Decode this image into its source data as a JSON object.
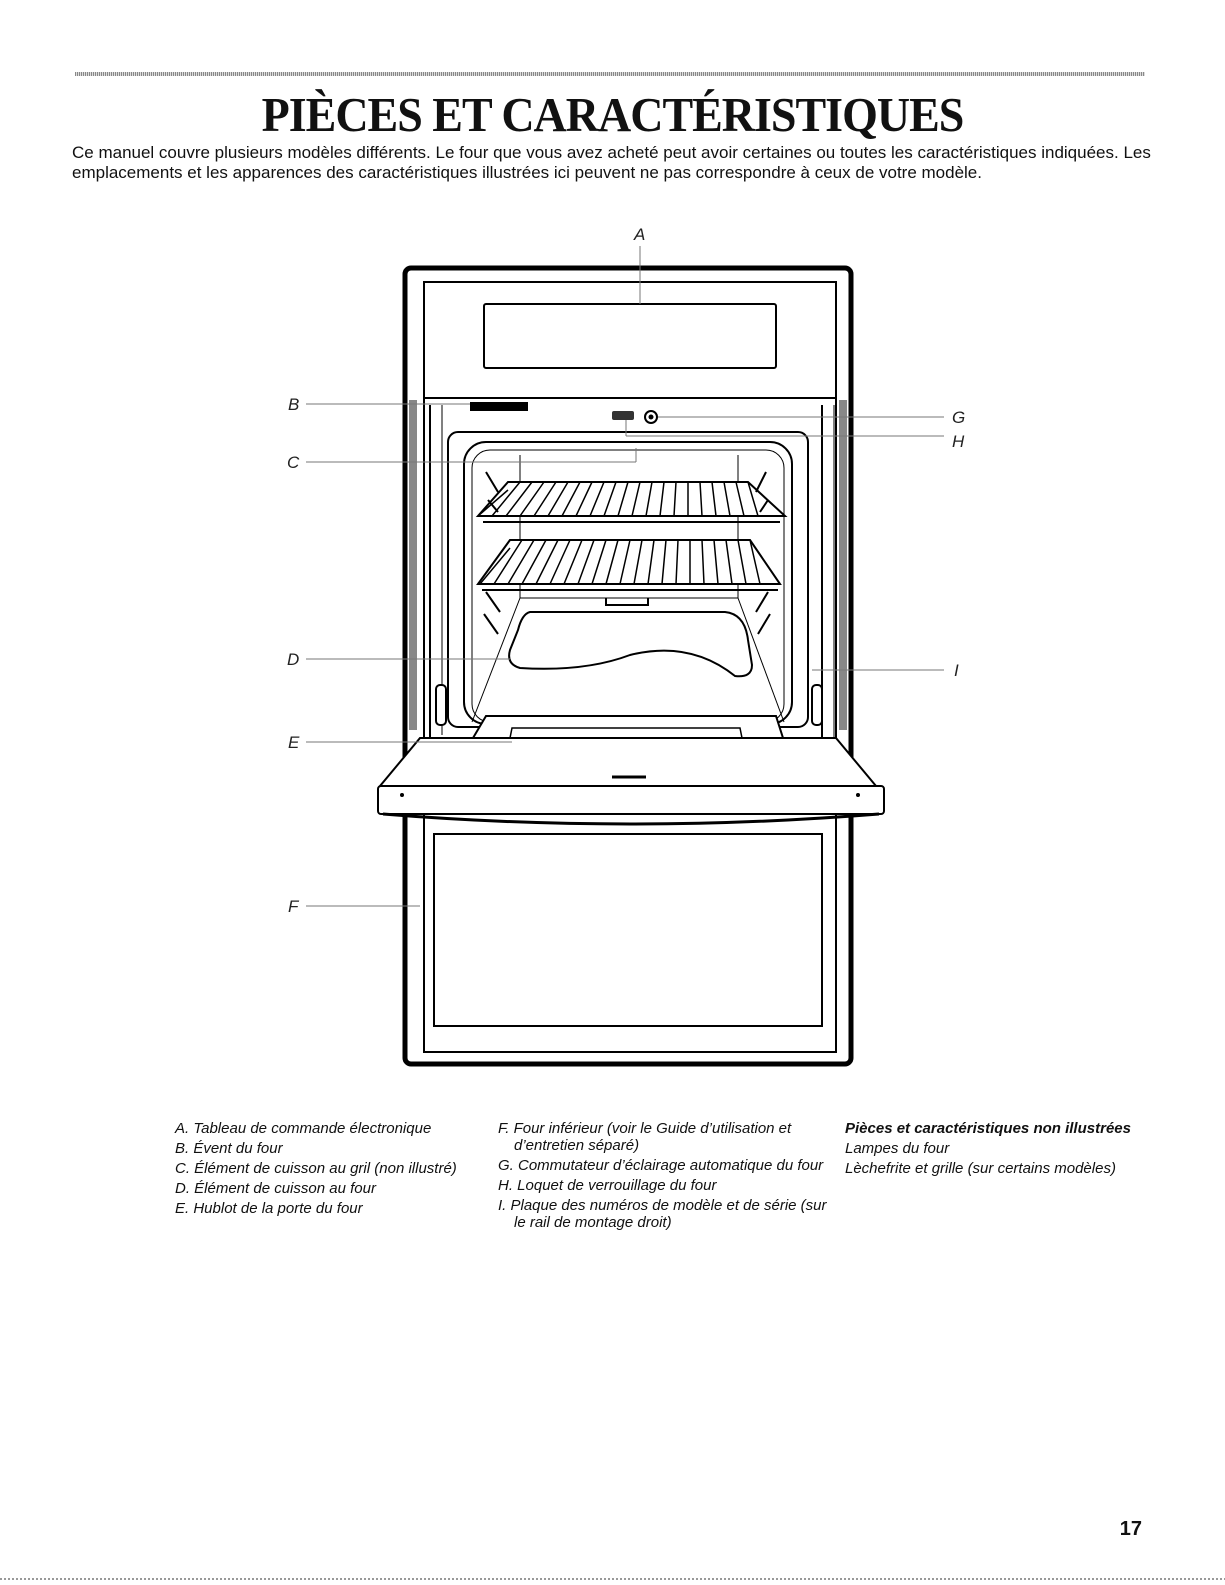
{
  "page": {
    "title": "PIÈCES ET CARACTÉRISTIQUES",
    "intro": "Ce manuel couvre plusieurs modèles différents. Le four que vous avez acheté peut avoir certaines ou toutes les caractéristiques indiquées. Les emplacements et les apparences des caractéristiques illustrées ici peuvent ne pas correspondre à ceux de votre modèle.",
    "page_number": "17"
  },
  "diagram": {
    "callouts": [
      "A",
      "B",
      "C",
      "D",
      "E",
      "F",
      "G",
      "H",
      "I"
    ]
  },
  "legend": {
    "col1": [
      {
        "text": "A. Tableau de commande électronique"
      },
      {
        "text": "B. Évent du four"
      },
      {
        "text": "C. Élément de cuisson au gril (non illustré)"
      },
      {
        "text": "D. Élément de cuisson au four"
      },
      {
        "text": "E. Hublot de la porte du four"
      }
    ],
    "col2": [
      {
        "text": "F. Four inférieur (voir le Guide d’utilisation et d’entretien séparé)"
      },
      {
        "text": "G. Commutateur d’éclairage automatique du four"
      },
      {
        "text": "H. Loquet de verrouillage du four"
      },
      {
        "text": "I. Plaque des numéros de modèle et de série (sur le rail de montage droit)"
      }
    ],
    "col3": {
      "heading": "Pièces et caractéristiques non illustrées",
      "items": [
        "Lampes du four",
        "Lèchefrite et grille (sur certains modèles)"
      ]
    }
  }
}
